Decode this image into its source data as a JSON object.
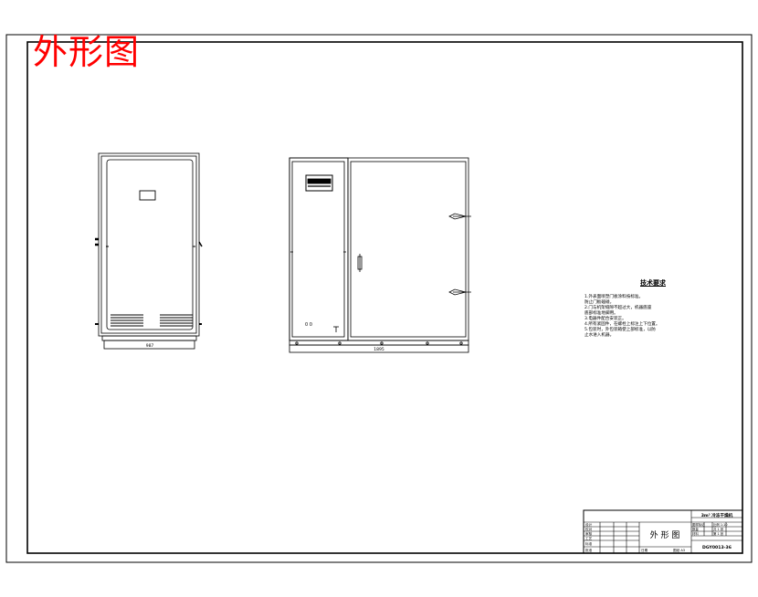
{
  "drawing": {
    "title": "外形图",
    "view1_dimension": "987",
    "view2_dimension": "1895",
    "panel_label": "0 0"
  },
  "tech_notes": {
    "title": "技术要求",
    "items": [
      "1.外表面喷塑门板涂料按标准。",
      "  防止门板磕碰。",
      "2.门与机架缝隙不超过大，机器底座",
      "  底部标准地脚用。",
      "3.电器件配合安装正。",
      "4.所有紧固件，在螺栓上标注上下位置。",
      "5.包装时，外包装箱使上部标准，以防",
      "  止水进入机器。"
    ]
  },
  "title_block": {
    "product_name": "3m³ 冷冻干燥机",
    "drawing_name": "外 形 图",
    "drawing_number": "DGY0013-36",
    "left_labels": [
      "设计",
      "校对",
      "审核",
      "工艺",
      "标准",
      "批准"
    ],
    "right_rows": [
      {
        "label": "图样标记",
        "value": "比例 1:10"
      },
      {
        "label": "数量",
        "value": "共 1 张"
      },
      {
        "label": "材料",
        "value": "第 1 张"
      }
    ],
    "bottom_left": "日期",
    "bottom_mid": "图纸 A3"
  }
}
